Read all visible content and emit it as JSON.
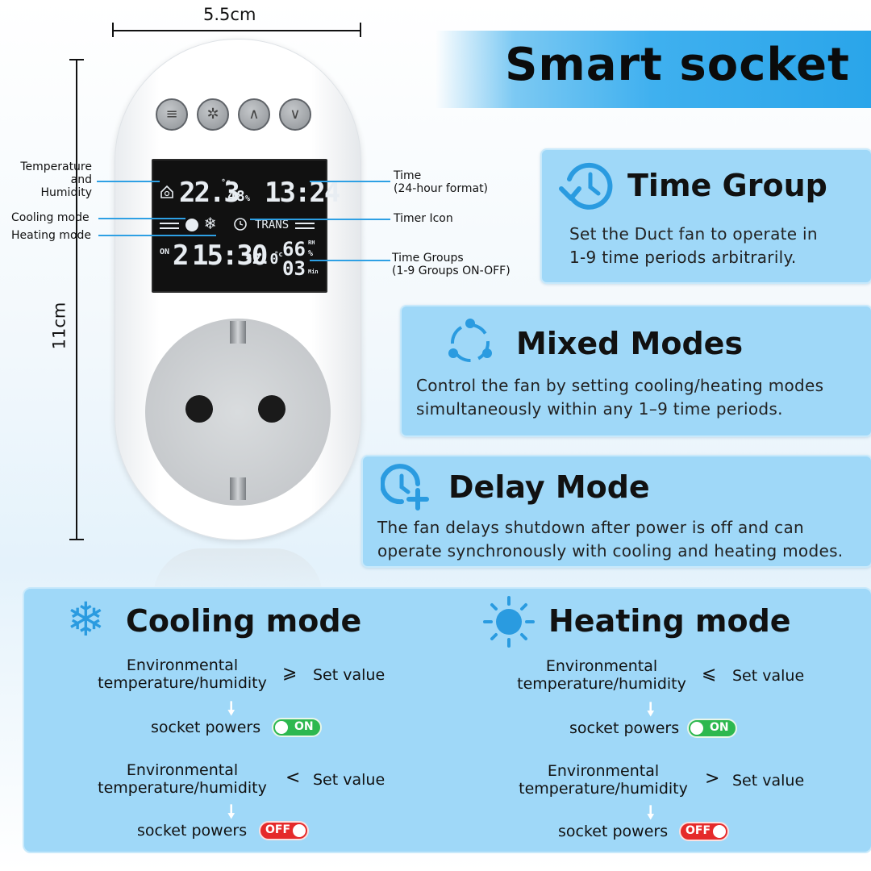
{
  "title": "Smart socket",
  "dimensions": {
    "width_label": "5.5cm",
    "height_label": "11cm"
  },
  "device": {
    "buttons": [
      {
        "icon": "menu-icon"
      },
      {
        "icon": "gear-icon"
      },
      {
        "icon": "up-icon"
      },
      {
        "icon": "down-icon"
      }
    ],
    "lcd": {
      "temperature": "22.3",
      "temp_unit": "°c",
      "humidity": "48",
      "humidity_unit": "%",
      "clock": "13:24",
      "trans": "TRANS",
      "on_label": "ON",
      "group": "2",
      "time": "15:30",
      "set_temp": "32.0",
      "set_temp_unit": "°c",
      "set_humidity": "66",
      "rh_label": "RH",
      "pct": "%",
      "minutes": "03",
      "min_label": "Min"
    }
  },
  "callouts": {
    "temp_humidity": [
      "Temperature",
      "and",
      "Humidity"
    ],
    "cooling_mode": "Cooling mode",
    "heating_mode": "Heating mode",
    "time": [
      "Time",
      "(24-hour format)"
    ],
    "timer_icon": "Timer Icon",
    "time_groups": [
      "Time Groups",
      "(1-9 Groups ON-OFF)"
    ]
  },
  "features": {
    "time_group": {
      "title": "Time Group",
      "icon": "clock-rotate-icon",
      "desc": [
        "Set the Duct fan to operate in",
        "1-9 time periods arbitrarily."
      ]
    },
    "mixed_modes": {
      "title": "Mixed Modes",
      "icon": "cycle-dots-icon",
      "desc": [
        "Control the fan by setting cooling/heating modes",
        "simultaneously within any 1–9 time periods."
      ]
    },
    "delay_mode": {
      "title": "Delay Mode",
      "icon": "clock-plus-icon",
      "desc": [
        "The fan delays shutdown after power is off and can",
        "operate synchronously with cooling and heating modes."
      ]
    }
  },
  "modes": {
    "cooling": {
      "title": "Cooling mode",
      "icon": "snowflake-icon",
      "icon_color": "#2a9be0",
      "rules": [
        {
          "condition": [
            "Environmental",
            "temperature/humidity"
          ],
          "operator": "⩾",
          "set": "Set value",
          "result": "socket powers",
          "state": "ON"
        },
        {
          "condition": [
            "Environmental",
            "temperature/humidity"
          ],
          "operator": "<",
          "set": "Set value",
          "result": "socket powers",
          "state": "OFF"
        }
      ]
    },
    "heating": {
      "title": "Heating mode",
      "icon": "sun-icon",
      "icon_color": "#2a9be0",
      "rules": [
        {
          "condition": [
            "Environmental",
            "temperature/humidity"
          ],
          "operator": "⩽",
          "set": "Set value",
          "result": "socket powers",
          "state": "ON"
        },
        {
          "condition": [
            "Environmental",
            "temperature/humidity"
          ],
          "operator": ">",
          "set": "Set value",
          "result": "socket powers",
          "state": "OFF"
        }
      ]
    }
  },
  "colors": {
    "accent": "#2a9be0",
    "card": "#9fd8f8",
    "on": "#2db84f",
    "off": "#e52a2a"
  }
}
